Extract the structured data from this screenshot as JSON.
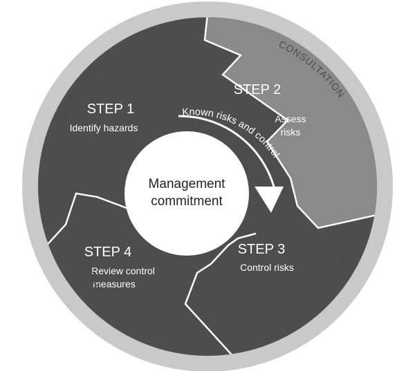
{
  "ring": {
    "label_top_left": "CONSULTATION",
    "label_top_right": "CONSULTATION",
    "label_bottom_right": "CONSULTATION",
    "label_bottom_left": "CONSULTATION"
  },
  "center": {
    "line1": "Management",
    "line2": "commitment"
  },
  "arrow": {
    "label": "Known risks and control"
  },
  "steps": [
    {
      "title": "STEP 1",
      "desc_line1": "Identify hazards",
      "desc_line2": ""
    },
    {
      "title": "STEP 2",
      "desc_line1": "Assess",
      "desc_line2": "risks"
    },
    {
      "title": "STEP 3",
      "desc_line1": "Control risks",
      "desc_line2": ""
    },
    {
      "title": "STEP 4",
      "desc_line1": "Review control",
      "desc_line2": "measures"
    }
  ],
  "colors": {
    "ring": "#c9c9c9",
    "step_dark": "#4d4d4d",
    "step2": "#8a8a8a",
    "divider": "#ffffff",
    "center": "#ffffff"
  }
}
